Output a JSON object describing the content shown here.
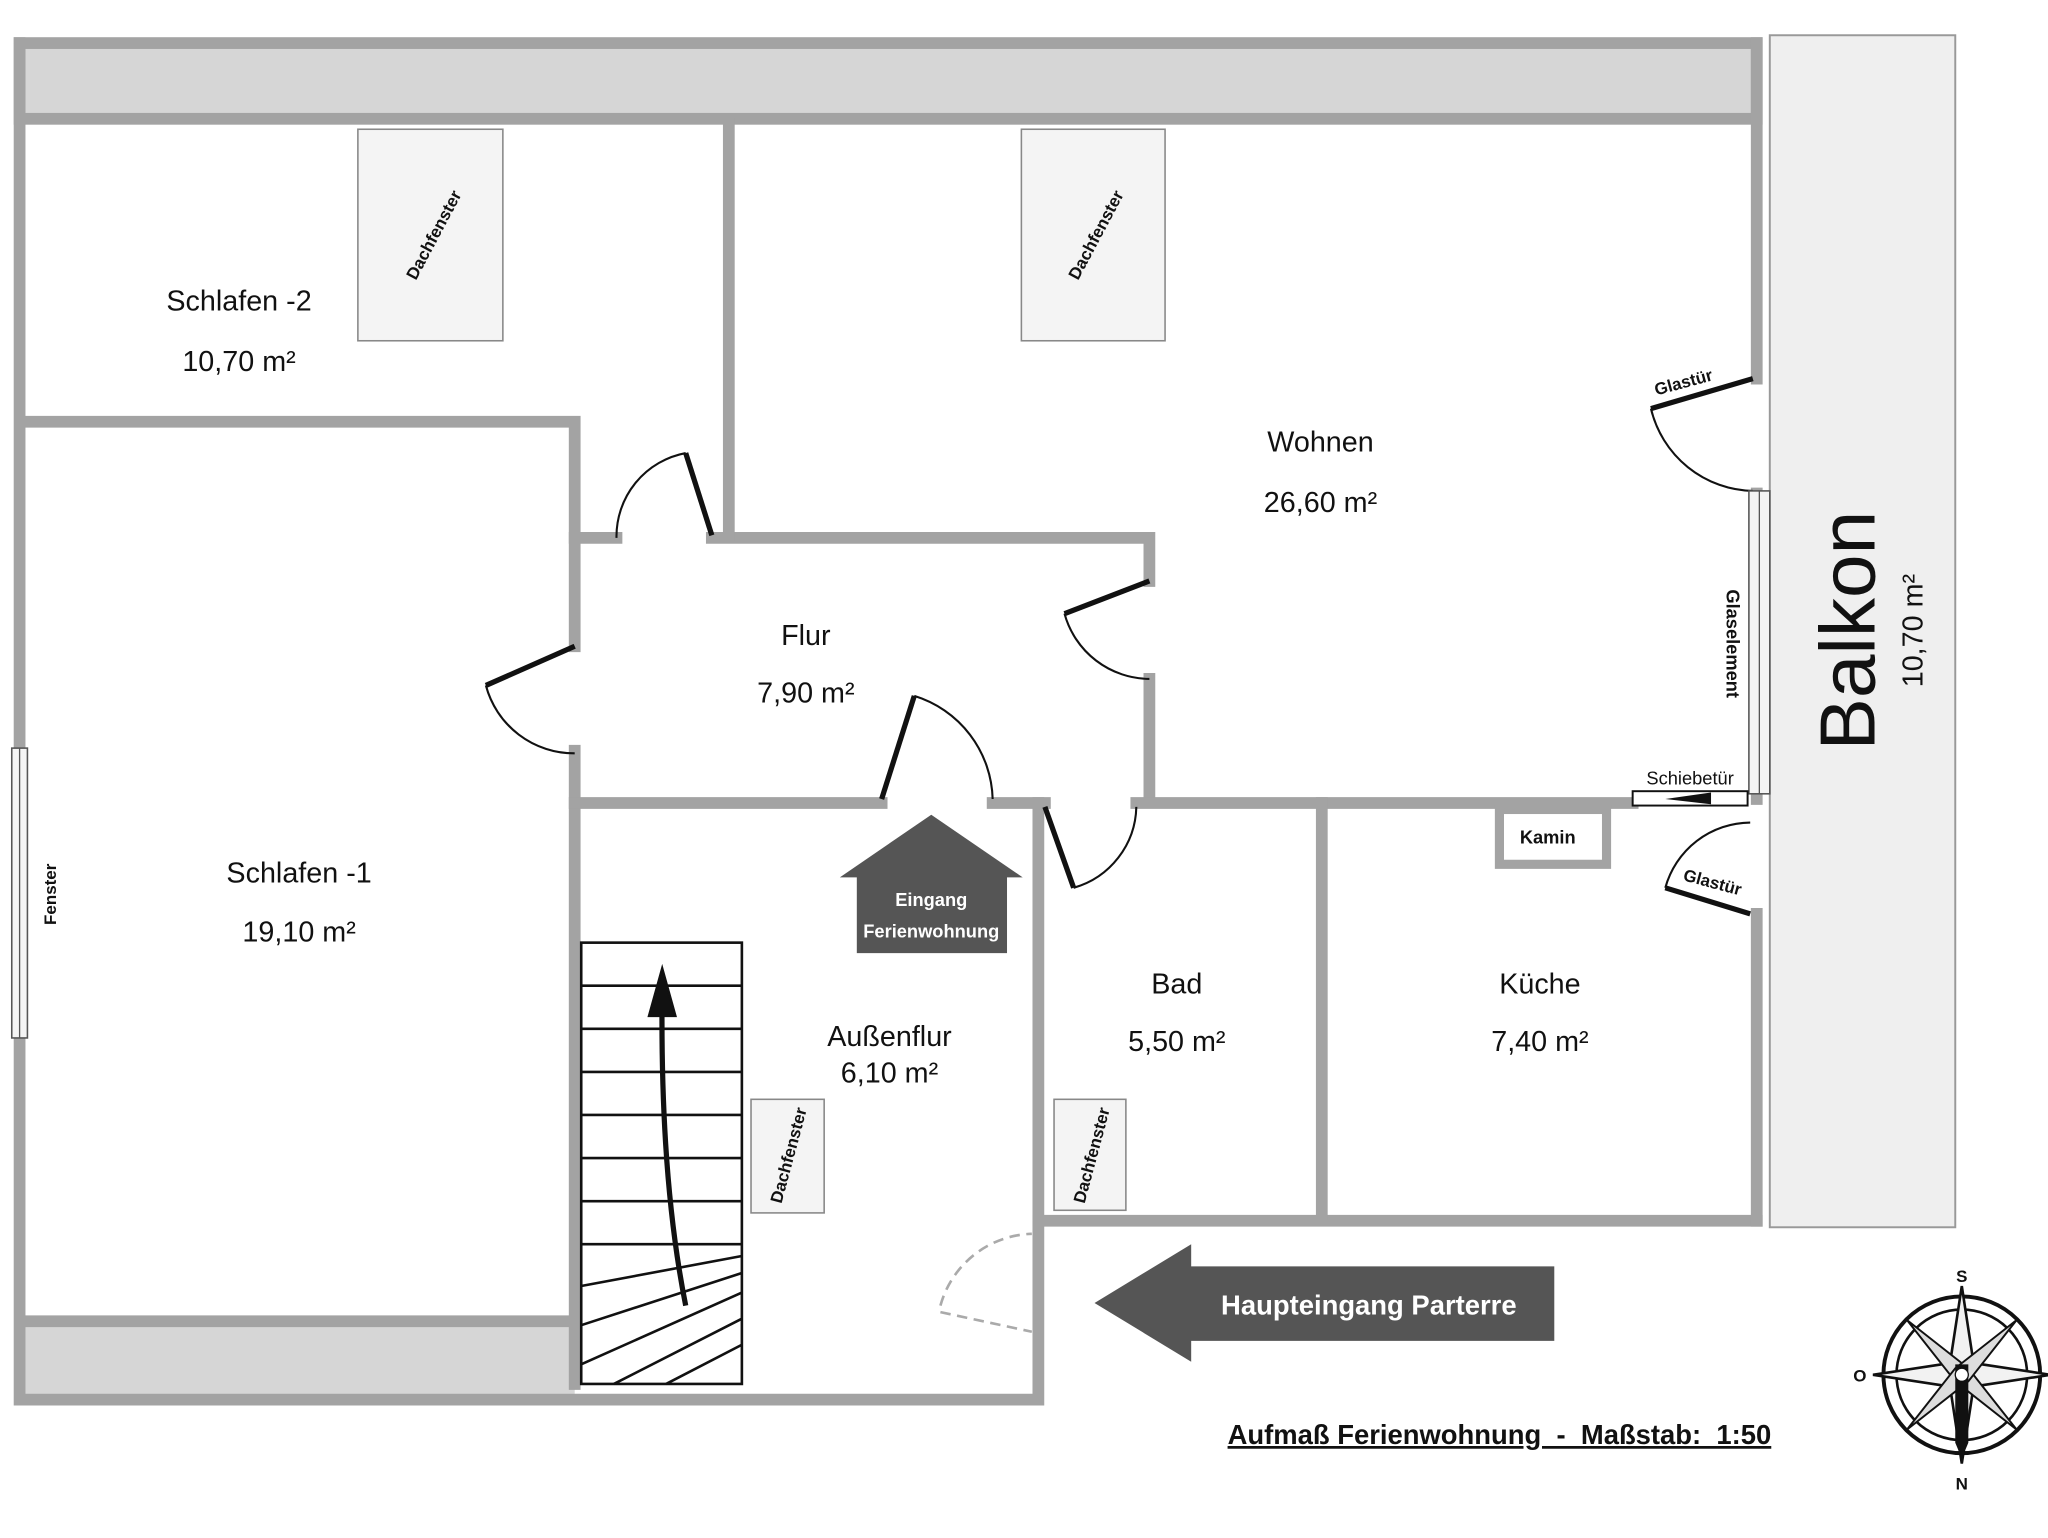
{
  "title": "Aufmaß Ferienwohnung  -  Maßstab:  1:50",
  "rooms": {
    "schlafen2": {
      "name": "Schlafen -2",
      "area": "10,70 m²"
    },
    "schlafen1": {
      "name": "Schlafen -1",
      "area": "19,10 m²"
    },
    "wohnen": {
      "name": "Wohnen",
      "area": "26,60 m²"
    },
    "flur": {
      "name": "Flur",
      "area": "7,90 m²"
    },
    "aussenflur": {
      "name": "Außenflur",
      "area": "6,10 m²"
    },
    "bad": {
      "name": "Bad",
      "area": "5,50 m²"
    },
    "kueche": {
      "name": "Küche",
      "area": "7,40 m²"
    },
    "balkon": {
      "name": "Balkon",
      "area": "10,70 m²"
    }
  },
  "labels": {
    "dachfenster": "Dachfenster",
    "fenster": "Fenster",
    "glastuer": "Glastür",
    "glaselement": "Glaselement",
    "schiebetuer": "Schiebetür",
    "kamin": "Kamin",
    "eingang_line1": "Eingang",
    "eingang_line2": "Ferienwohnung",
    "haupteingang": "Haupteingang Parterre"
  },
  "compass": {
    "top": "S",
    "left": "O",
    "bottom": "N"
  },
  "colors": {
    "wall": "#a3a3a3",
    "arrow": "#555555",
    "band": "#d6d6d6",
    "balkon": "#efefef"
  }
}
